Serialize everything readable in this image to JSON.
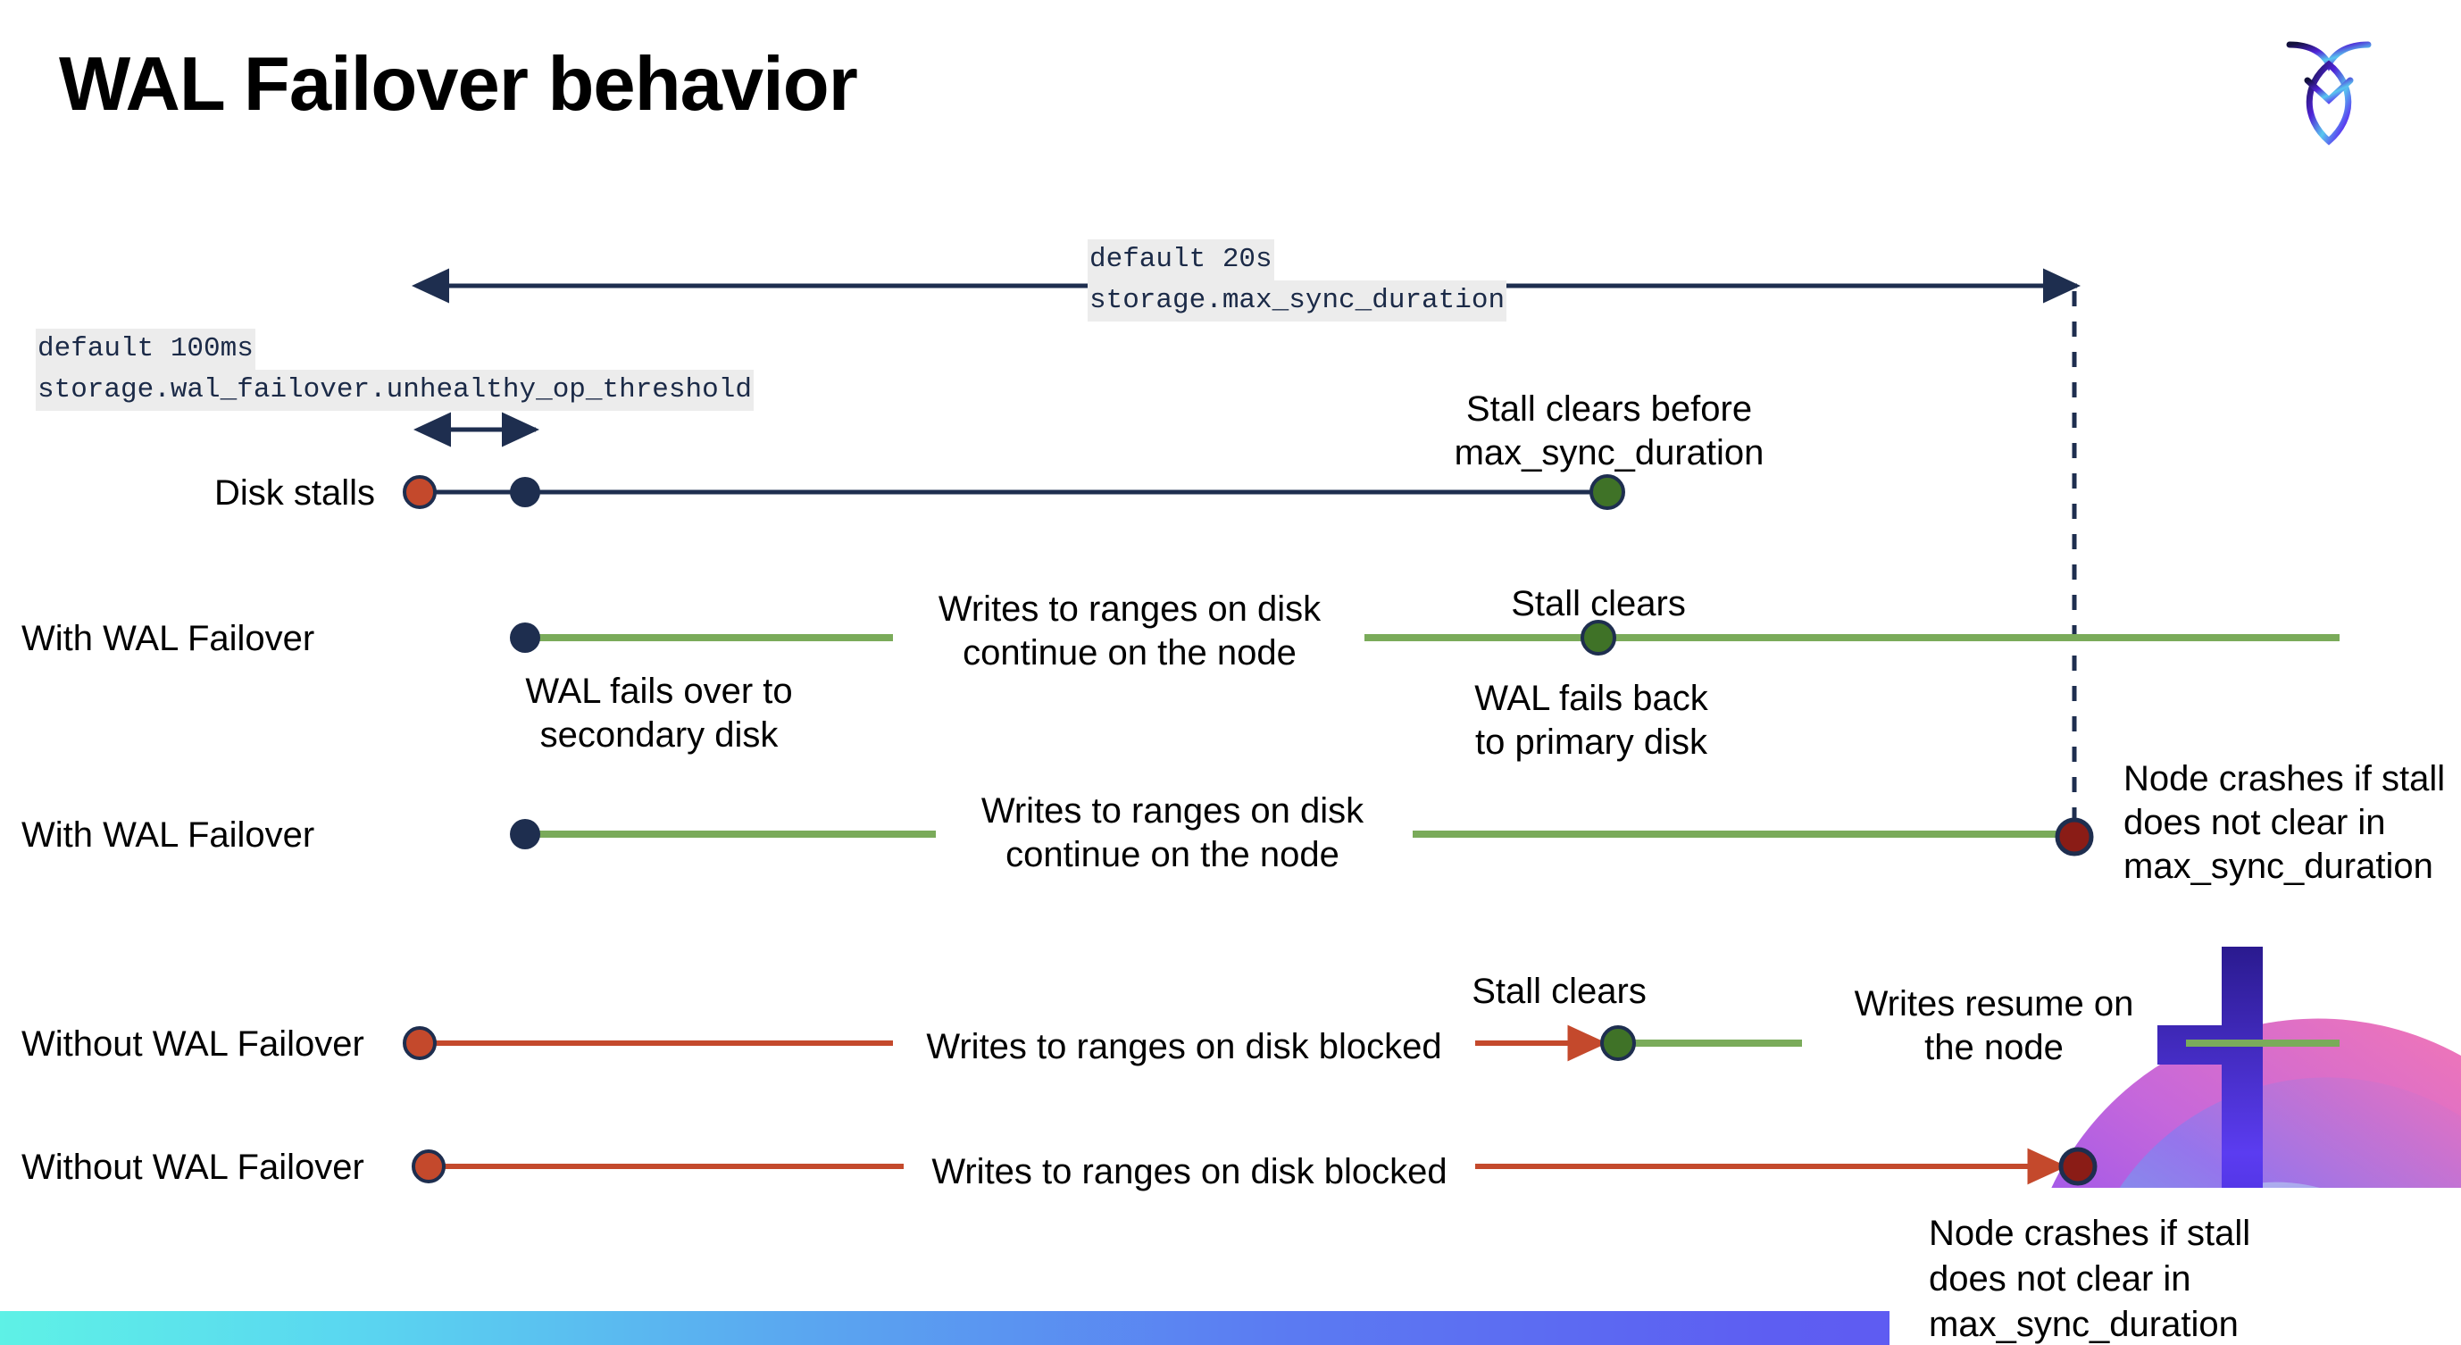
{
  "slide": {
    "title": "WAL Failover behavior",
    "logo_name": "cockroachdb-logo"
  },
  "annotations": {
    "max_sync": {
      "line1": "default 20s",
      "line2": "storage.max_sync_duration"
    },
    "unhealthy": {
      "line1": "default 100ms",
      "line2": "storage.wal_failover.unhealthy_op_threshold"
    }
  },
  "rows": [
    {
      "id": "disk-stalls",
      "label": "Disk stalls"
    },
    {
      "id": "with-wal-failover-1",
      "label": "With WAL Failover"
    },
    {
      "id": "with-wal-failover-2",
      "label": "With WAL Failover"
    },
    {
      "id": "without-wal-failover-1",
      "label": "Without WAL Failover"
    },
    {
      "id": "without-wal-failover-2",
      "label": "Without WAL Failover"
    }
  ],
  "callouts": {
    "stall_clears_before": "Stall clears before\nmax_sync_duration",
    "stall_clears_1": "Stall clears",
    "stall_clears_2": "Stall clears",
    "writes_continue_1": "Writes to ranges on disk\ncontinue on the node",
    "writes_continue_2": "Writes to ranges on disk\ncontinue on the node",
    "wal_fails_over": "WAL fails over to\nsecondary disk",
    "wal_fails_back": "WAL fails  back\nto primary disk",
    "node_crashes_1": "Node crashes if stall\ndoes not clear in\nmax_sync_duration",
    "node_crashes_2": "Node crashes if stall\ndoes not clear in\nmax_sync_duration",
    "writes_blocked_1": "Writes to ranges on disk  blocked",
    "writes_blocked_2": "Writes to ranges on disk  blocked",
    "writes_resume": "Writes resume on\nthe node"
  },
  "colors": {
    "navy": "#1e2e4f",
    "green_line": "#7aab5a",
    "green_dot": "#3f7227",
    "orange": "#c4492c",
    "dark_red": "#8a1c16",
    "code_bg": "#ececec",
    "bar_start": "#5ef1e6",
    "bar_end": "#6350f0"
  }
}
